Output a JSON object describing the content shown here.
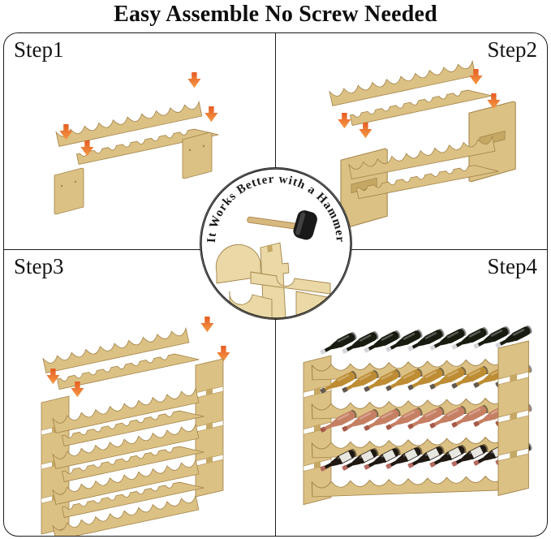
{
  "title": "Easy Assemble No Screw Needed",
  "steps": [
    {
      "label": "Step1"
    },
    {
      "label": "Step2"
    },
    {
      "label": "Step3"
    },
    {
      "label": "Step4"
    }
  ],
  "badge": {
    "text": "It Works Better with a Hammer"
  },
  "colors": {
    "border": "#1c1c1c",
    "wood": "#dcc184",
    "wood_edge": "#a18348",
    "wood_light": "#ead9a6",
    "wood_shadow": "#c6a865",
    "wood_face2": "#d3b872",
    "arrow": "#e65c22",
    "arrow2": "#f49a45",
    "handle": "#d7b87e",
    "mallet": "#191919",
    "row1_body": "#181c10",
    "row1_cap": "#d5d6d9",
    "row2_body": "#bd8c33",
    "row2_cap": "#63594e",
    "row3_body": "#c57f63",
    "row3_cap": "#a65a49",
    "row4_body": "#201812",
    "row4_cap": "#b46a60",
    "row4_label": "#e8e6e0"
  }
}
